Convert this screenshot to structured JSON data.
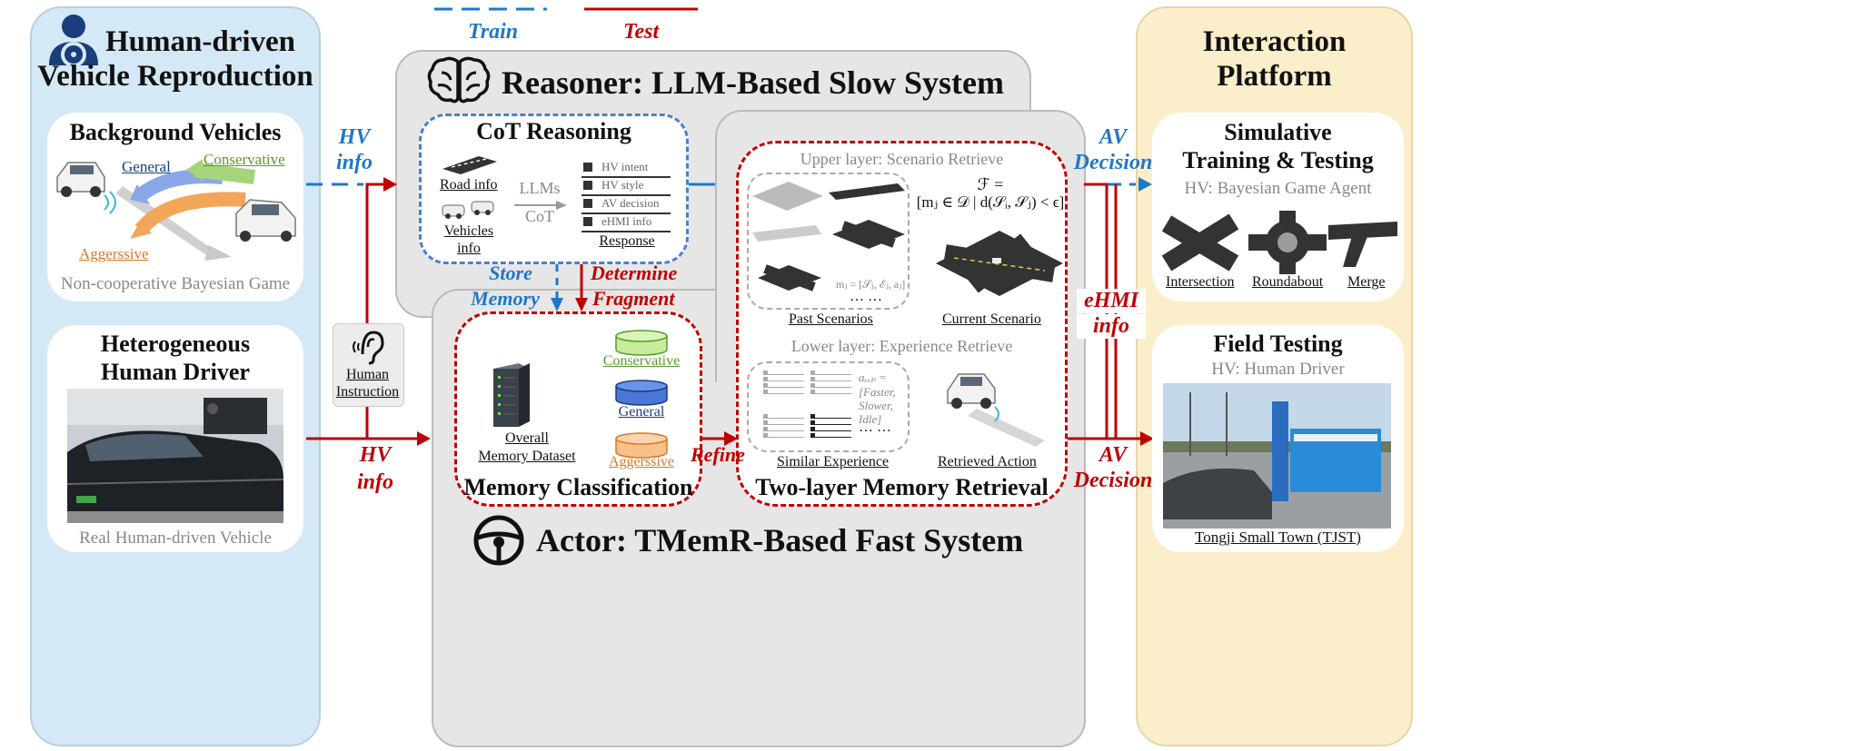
{
  "legend": {
    "train": "Train",
    "test": "Test"
  },
  "left": {
    "title_line1": "Human-driven",
    "title_line2": "Vehicle Reproduction",
    "bg_card": {
      "title": "Background Vehicles",
      "general": "General",
      "conservative": "Conservative",
      "aggressive": "Aggerssive",
      "caption": "Non-cooperative Bayesian Game"
    },
    "hh_card": {
      "title_line1": "Heterogeneous",
      "title_line2": "Human Driver",
      "caption": "Real Human-driven Vehicle"
    }
  },
  "flow": {
    "hv_info_top_1": "HV",
    "hv_info_top_2": "info",
    "hv_info_bot_1": "HV",
    "hv_info_bot_2": "info",
    "human_instruction_1": "Human",
    "human_instruction_2": "Instruction",
    "store_memory_1": "Store",
    "store_memory_2": "Memory",
    "determine_fragment_1": "Determine",
    "determine_fragment_2": "Fragment",
    "refine": "Refine",
    "av_decision_top_1": "AV",
    "av_decision_top_2": "Decision",
    "ehmi_1": "eHMI",
    "ehmi_2": "info",
    "av_decision_bot_1": "AV",
    "av_decision_bot_2": "Decision"
  },
  "reasoner": {
    "title": "Reasoner: LLM-Based Slow System",
    "cot": {
      "title": "CoT Reasoning",
      "road_info": "Road info",
      "vehicles_info_1": "Vehicles",
      "vehicles_info_2": "info",
      "llms": "LLMs",
      "cot": "CoT",
      "response": "Response",
      "items": [
        "HV intent",
        "HV style",
        "AV decision",
        "eHMI info"
      ]
    }
  },
  "actor": {
    "title": "Actor: TMemR-Based Fast System",
    "memclass": {
      "title": "Memory Classification",
      "overall_1": "Overall",
      "overall_2": "Memory Dataset",
      "conservative": "Conservative",
      "general": "General",
      "aggressive": "Aggerssive"
    },
    "retrieval": {
      "title": "Two-layer Memory Retrieval",
      "upper": "Upper layer: Scenario Retrieve",
      "formula_1": "ℱ =",
      "formula_2": "[mⱼ ∈ 𝒟 | d(𝒮ᵢ, 𝒮ⱼ) < ϵ]",
      "mj_label": "mⱼ = [𝒮ⱼ, ℰⱼ, aⱼ]",
      "dots": "… …",
      "past": "Past Scenarios",
      "current": "Current Scenario",
      "lower": "Lower layer: Experience Retrieve",
      "aexp_1": "aₑₓₚ =",
      "aexp_2": "[Faster,",
      "aexp_3": "Slower,",
      "aexp_4": "Idle]",
      "dots2": "… …",
      "similar": "Similar Experience",
      "retrieved": "Retrieved Action"
    }
  },
  "right": {
    "title_1": "Interaction",
    "title_2": "Platform",
    "sim": {
      "title_1": "Simulative",
      "title_2": "Training & Testing",
      "subtitle": "HV: Bayesian Game Agent",
      "intersection": "Intersection",
      "roundabout": "Roundabout",
      "merge": "Merge"
    },
    "field": {
      "title": "Field Testing",
      "subtitle": "HV: Human Driver",
      "caption": "Tongji Small Town (TJST)"
    }
  },
  "colors": {
    "train": "#1f78c8",
    "test": "#c00000",
    "left_bg": "#d5e8f5",
    "right_bg": "#fbeecb",
    "gray_panel": "#e6e6e6"
  }
}
